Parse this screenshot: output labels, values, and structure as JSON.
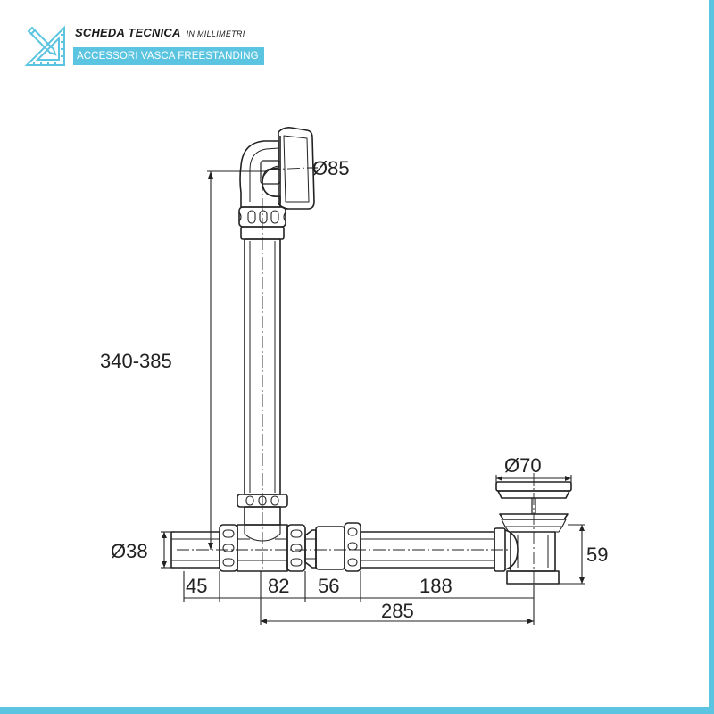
{
  "header": {
    "title": "SCHEDA TECNICA",
    "unit": "IN MILLIMETRI",
    "subtitle": "ACCESSORI VASCA FREESTANDING"
  },
  "icon": "ruler-pencil-icon",
  "colors": {
    "accent": "#5bc4e0",
    "line": "#222222"
  },
  "dimensions": {
    "overflow_diameter": "Ø85",
    "column_height": "340-385",
    "pipe_diameter": "Ø38",
    "d45": "45",
    "d82": "82",
    "d56": "56",
    "d188": "188",
    "total_length": "285",
    "drain_diameter": "Ø70",
    "drain_height": "59"
  }
}
